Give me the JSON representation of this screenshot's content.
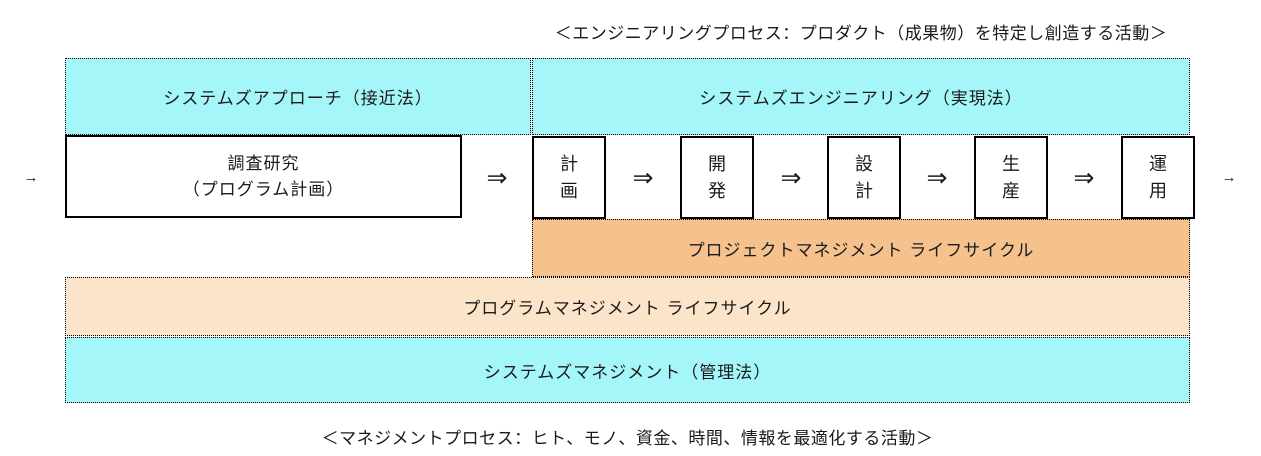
{
  "colors": {
    "cyan": "#a5f6f8",
    "orange": "#f5c28d",
    "peach": "#fbe4c9",
    "box_border": "#000000"
  },
  "captions": {
    "engineering_process": "＜エンジニアリングプロセス：プロダクト（成果物）を特定し創造する活動＞",
    "management_process": "＜マネジメントプロセス：ヒト、モノ、資金、時間、情報を最適化する活動＞"
  },
  "headers": {
    "systems_approach": "システムズアプローチ（接近法）",
    "systems_engineering": "システムズエンジニアリング（実現法）"
  },
  "flow": {
    "entry_arrow": "→",
    "exit_arrow": "→",
    "step_arrow": "⇒",
    "research_box": {
      "line1": "調査研究",
      "line2": "（プログラム計画）"
    },
    "stages": [
      {
        "line1": "計",
        "line2": "画"
      },
      {
        "line1": "開",
        "line2": "発"
      },
      {
        "line1": "設",
        "line2": "計"
      },
      {
        "line1": "生",
        "line2": "産"
      },
      {
        "line1": "運",
        "line2": "用"
      }
    ]
  },
  "bands": {
    "project_management": "プロジェクトマネジメント ライフサイクル",
    "program_management": "プログラムマネジメント ライフサイクル",
    "systems_management": "システムズマネジメント（管理法）"
  }
}
